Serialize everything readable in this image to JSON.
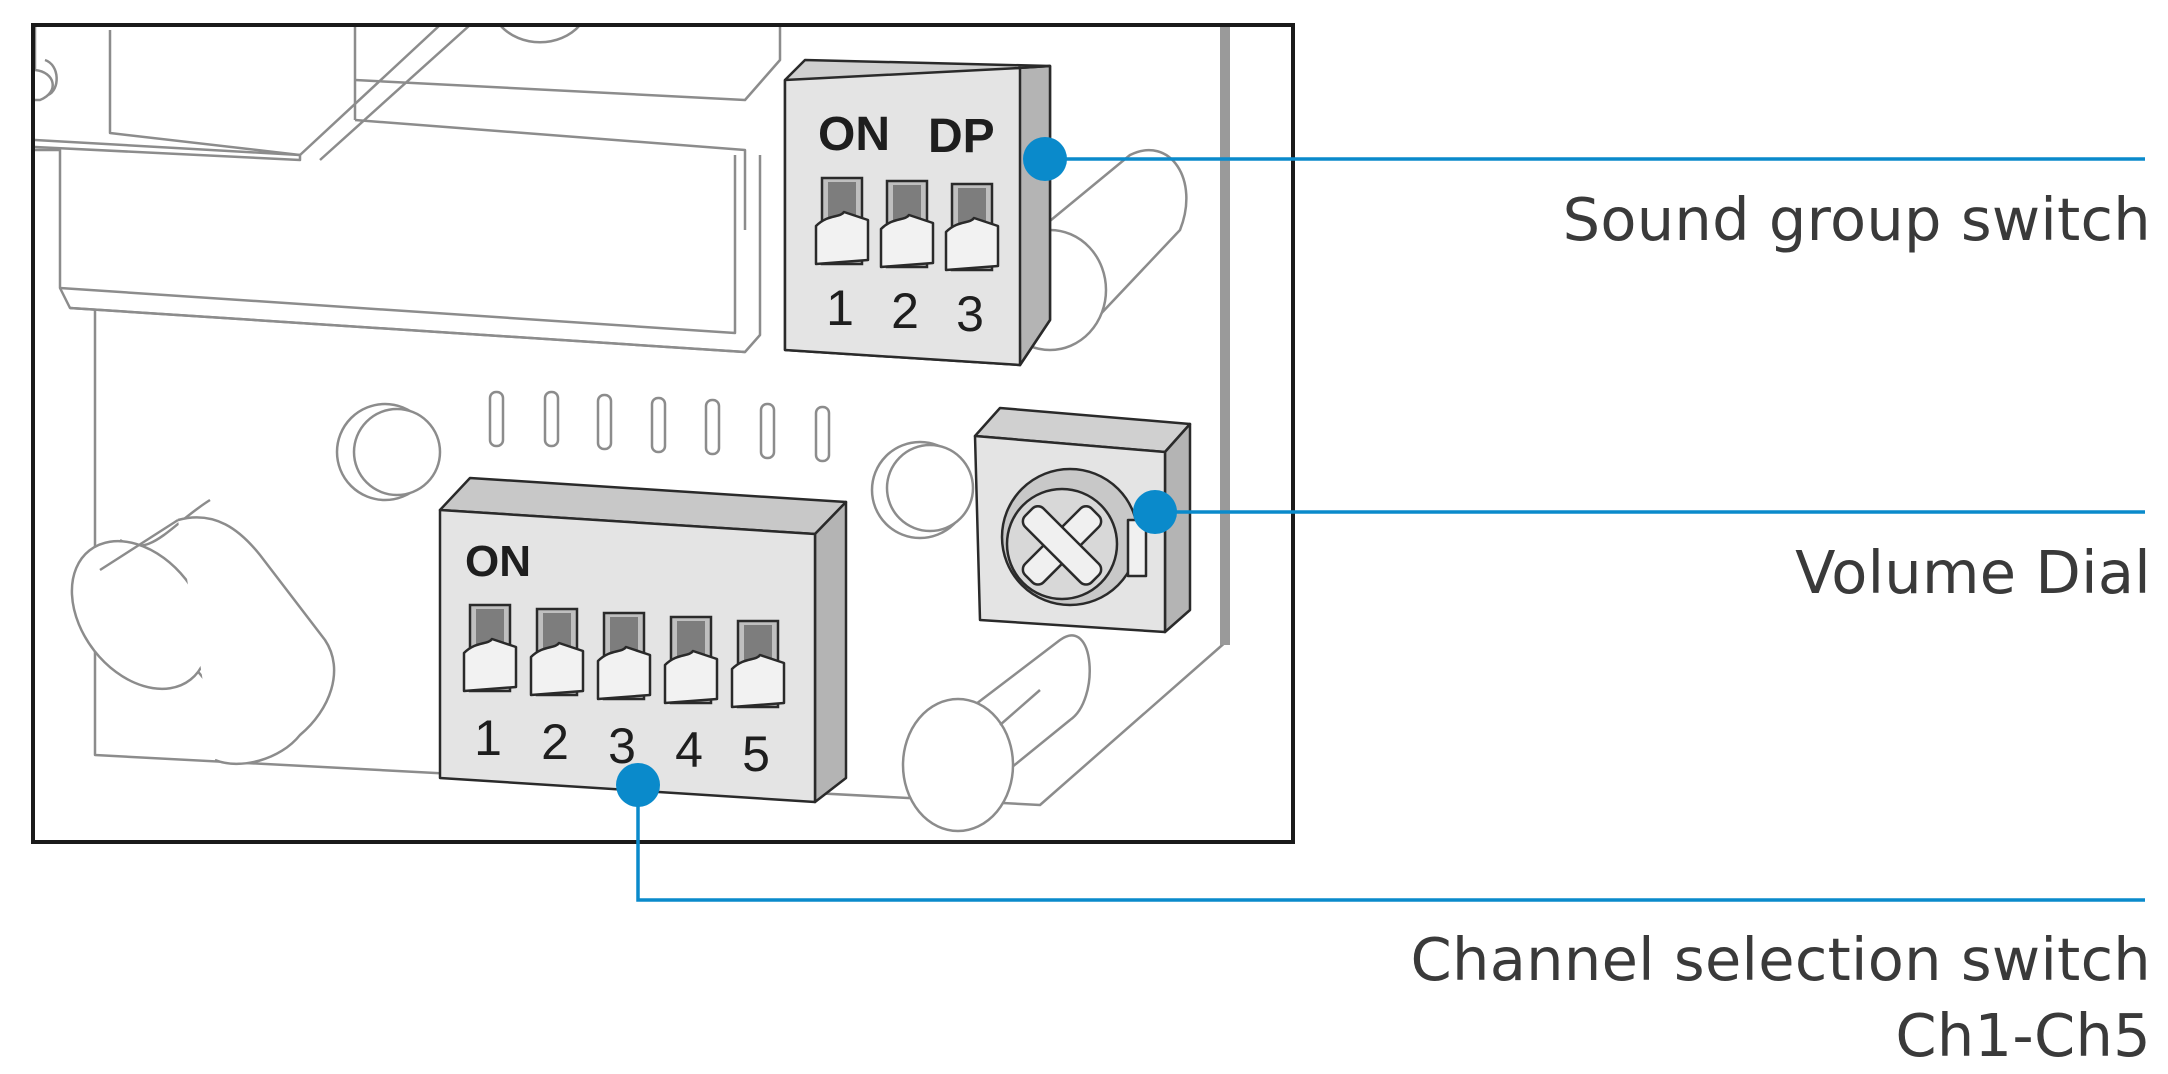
{
  "callouts": {
    "sound_group": "Sound group switch",
    "volume": "Volume Dial",
    "channel_line1": "Channel selection switch",
    "channel_line2": "Ch1-Ch5"
  },
  "small_switch": {
    "on_label": "ON",
    "dp_label": "DP",
    "numbers": [
      "1",
      "2",
      "3"
    ]
  },
  "large_switch": {
    "on_label": "ON",
    "numbers": [
      "1",
      "2",
      "3",
      "4",
      "5"
    ]
  },
  "colors": {
    "accent": "#0a8acb",
    "outline": "#8c8c8c",
    "switch_face": "#e4e4e4",
    "switch_side": "#b4b4b4",
    "frame": "#1a1a1a"
  }
}
